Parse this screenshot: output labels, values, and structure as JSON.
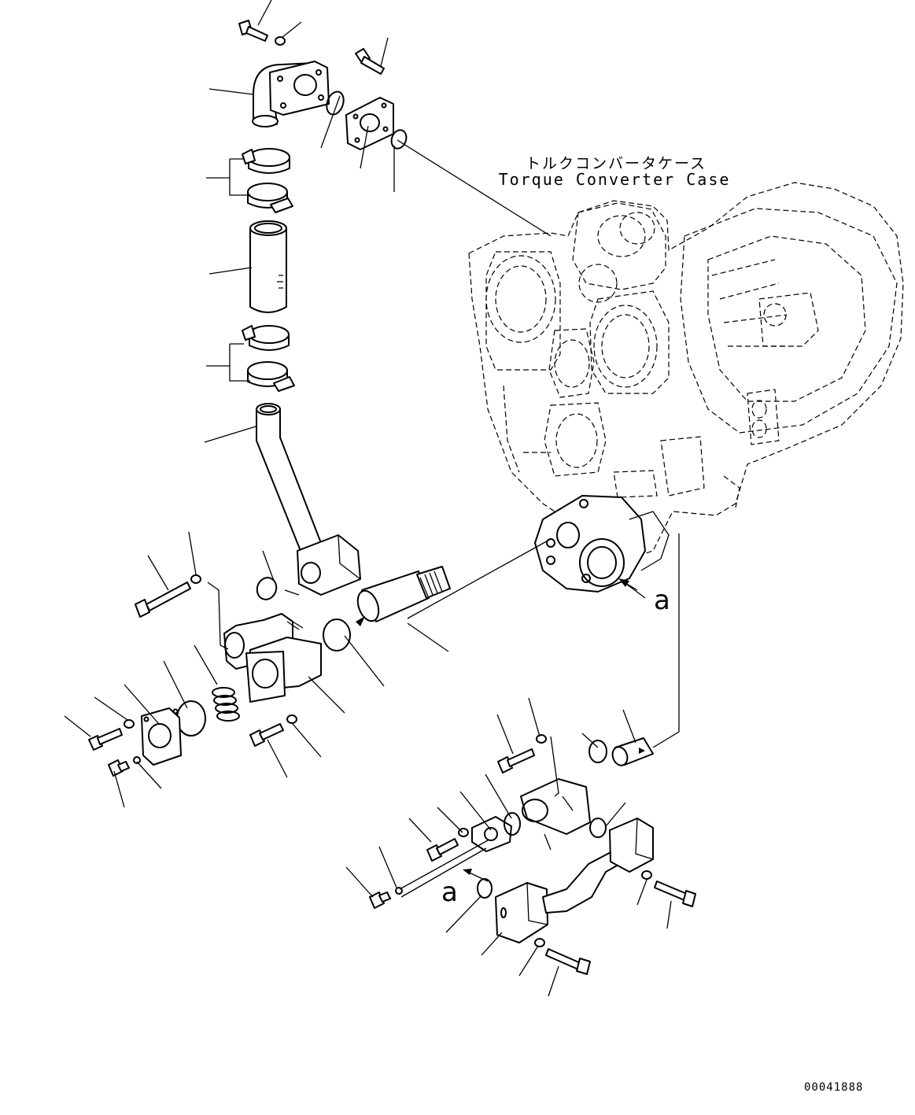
{
  "labels": {
    "case_jp": "トルクコンバータケース",
    "case_en": "Torque Converter Case",
    "view_mark_upper": "a",
    "view_mark_lower": "a",
    "drawing_number": "00041888"
  },
  "colors": {
    "line": "#000000",
    "background": "#ffffff"
  }
}
